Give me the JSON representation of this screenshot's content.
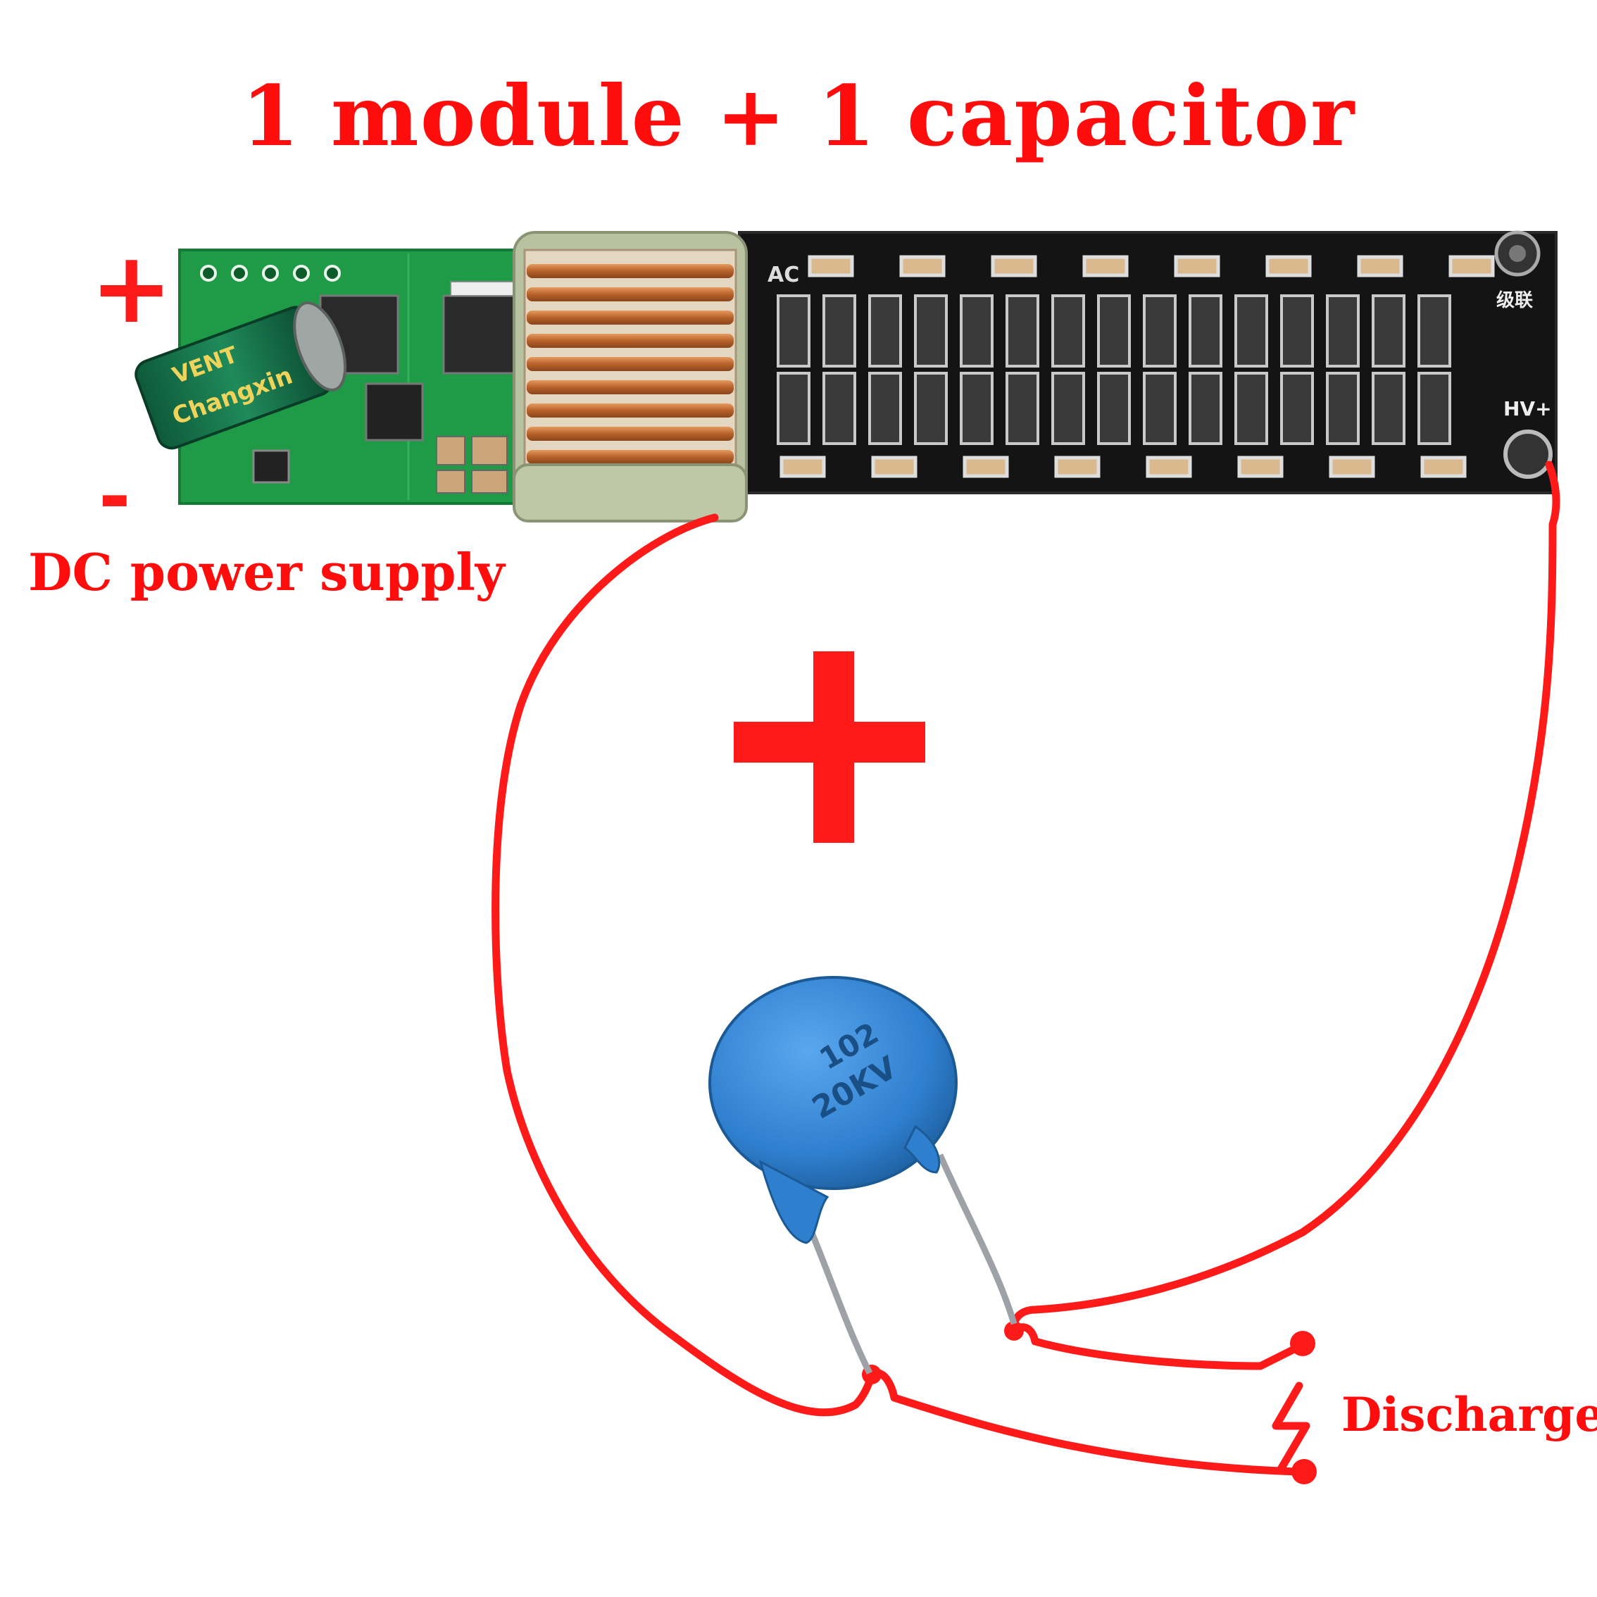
{
  "title": "1 module + 1 capacitor",
  "labels": {
    "dc_power": "DC power supply",
    "discharge": "Discharge",
    "plus": "+",
    "minus": "-"
  },
  "board": {
    "hv_label": "HV+",
    "cascade_label": "级联",
    "ac_label": "AC",
    "cap_brand": "Changxin",
    "cap_series": "VENT"
  },
  "capacitor": {
    "code": "102",
    "voltage": "20KV"
  },
  "colors": {
    "wire": "#ff1a1a",
    "label": "#ff0d0d",
    "pcb_green": "#1f9a46",
    "pcb_black": "#141414",
    "ceramic_blue": "#2f7fcf",
    "coil_copper": "#c8713a"
  }
}
